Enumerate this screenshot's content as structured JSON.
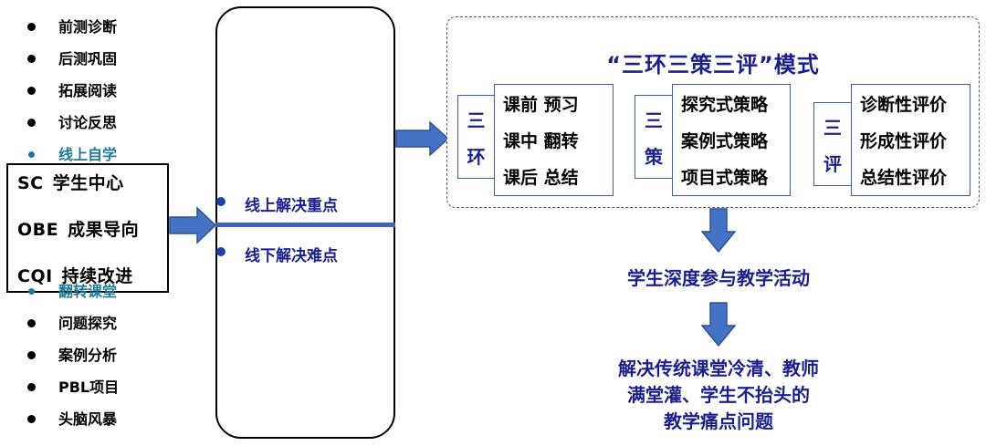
{
  "principles": [
    {
      "abbr": "SC",
      "text": "学生中心"
    },
    {
      "abbr": "OBE",
      "text": "成果导向"
    },
    {
      "abbr": "CQI",
      "text": "持续改进"
    }
  ],
  "online_methods": [
    "前测诊断",
    "后测巩固",
    "拓展阅读",
    "讨论反思",
    "线上自学"
  ],
  "online_heading": "线上解决重点",
  "offline_heading": "线下解决难点",
  "offline_methods": [
    "翻转课堂",
    "问题探究",
    "案例分析",
    "PBL项目",
    "头脑风暴"
  ],
  "model": {
    "title": "“三环三策三评”模式",
    "groups": [
      {
        "label": [
          "三",
          "环"
        ],
        "items": [
          "课前 预习",
          "课中 翻转",
          "课后 总结"
        ]
      },
      {
        "label": [
          "三",
          "策"
        ],
        "items": [
          "探究式策略",
          "案例式策略",
          "项目式策略"
        ]
      },
      {
        "label": [
          "三",
          "评"
        ],
        "items": [
          "诊断性评价",
          "形成性评价",
          "总结性评价"
        ]
      }
    ]
  },
  "outcome1": "学生深度参与教学活动",
  "outcome2": [
    "解决传统课堂冷清、教师",
    "满堂灌、学生不抬头的",
    "教学痛点问题"
  ],
  "colors": {
    "title_blue": "#1b1f8a",
    "arrow_blue": "#4472c4",
    "teal": "#1f7a94",
    "divider": "#3f63b5"
  }
}
